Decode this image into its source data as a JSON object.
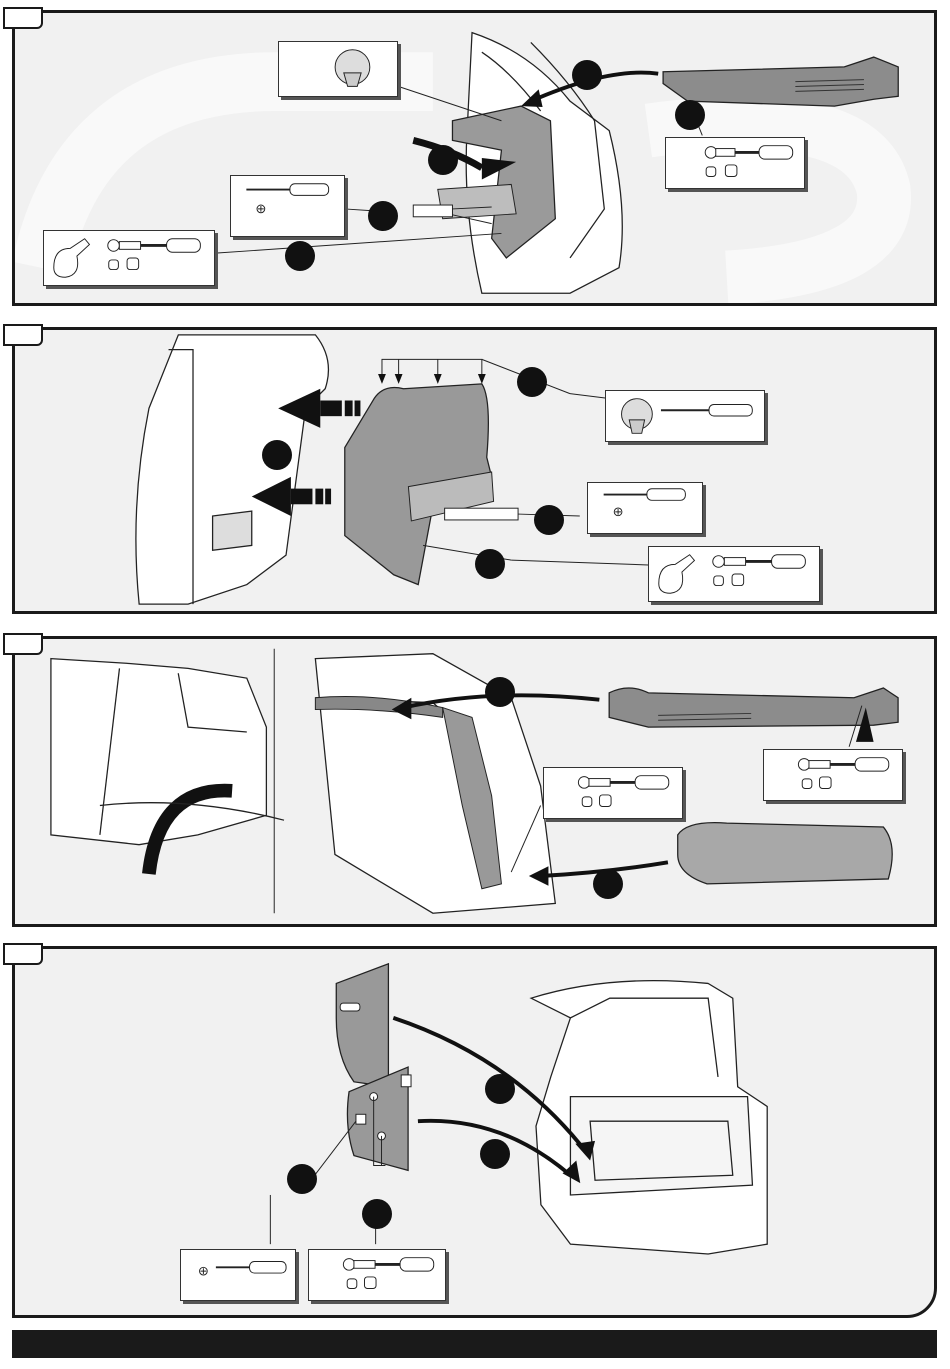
{
  "document": {
    "type": "installation-instructions",
    "panels": [
      {
        "id": 1,
        "steps": 5,
        "tools": [
          "clip",
          "screwdriver",
          "socket-wrench",
          "socket-wrench"
        ]
      },
      {
        "id": 2,
        "steps": 4,
        "tools": [
          "clip-with-screwdriver",
          "screwdriver",
          "socket-wrench"
        ]
      },
      {
        "id": 3,
        "steps": 2,
        "tools": [
          "socket-wrench",
          "socket-wrench"
        ]
      },
      {
        "id": 4,
        "steps": 4,
        "tools": [
          "screwdriver",
          "socket-wrench"
        ]
      }
    ]
  },
  "colors": {
    "panel_bg": "#f1f1f1",
    "ink": "#1a1a1a",
    "watermark": "#ffffff",
    "trim_gray": "#8c8c8c"
  },
  "icons": [
    "screwdriver-icon",
    "socket-wrench-icon",
    "socket-icon",
    "clip-icon",
    "bracket-icon",
    "arrow-icon"
  ]
}
